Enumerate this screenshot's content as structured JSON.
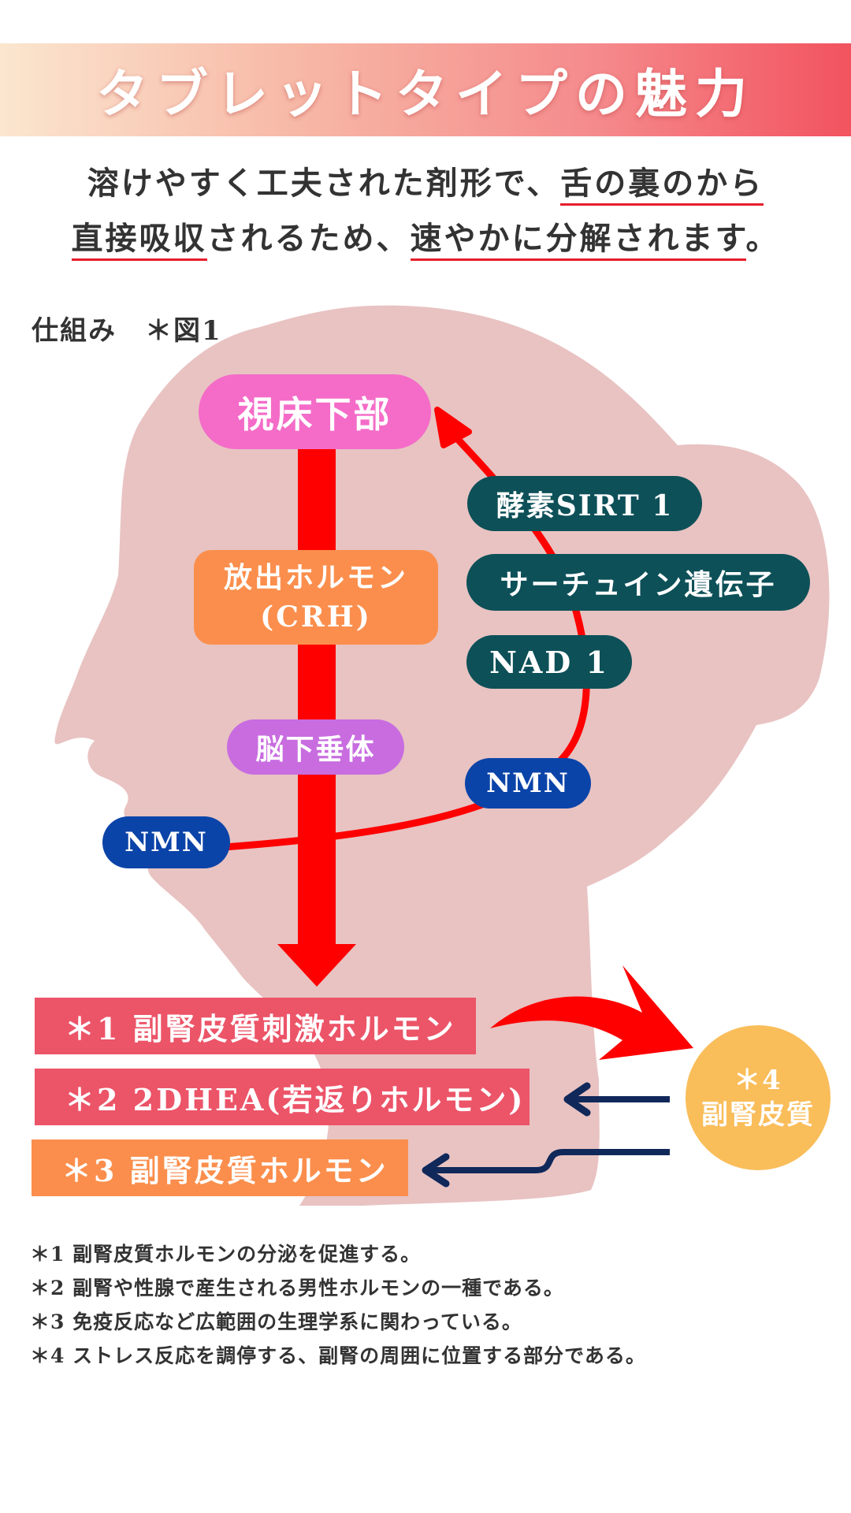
{
  "header": {
    "title": "タブレットタイプの魅力"
  },
  "intro": {
    "line1_a": "溶けやすく工夫された剤形で、",
    "line1_b": "舌の裏のから",
    "line2_a": "直接吸収",
    "line2_b": "されるため、",
    "line2_c": "速やかに分解されます",
    "line2_d": "。"
  },
  "figure_label": "仕組み　＊図1",
  "nodes": {
    "hypothalamus": "視床下部",
    "crh_line1": "放出ホルモン",
    "crh_line2": "(CRH)",
    "pituitary": "脳下垂体",
    "nmn_left": "NMN",
    "nmn_right": "NMN",
    "nad": "NAD 1",
    "sirtuin": "サーチュイン遺伝子",
    "sirt1": "酵素SIRT 1",
    "adrenal_line1": "＊4",
    "adrenal_line2": "副腎皮質"
  },
  "hormones": [
    {
      "label": "＊1 副腎皮質刺激ホルモン",
      "color": "#ec5468"
    },
    {
      "label": "＊2 2DHEA(若返りホルモン)",
      "color": "#ec5468"
    },
    {
      "label": "＊3 副腎皮質ホルモン",
      "color": "#fb8e4c"
    }
  ],
  "notes": [
    "＊1 副腎皮質ホルモンの分泌を促進する。",
    "＊2 副腎や性腺で産生される男性ホルモンの一種である。",
    "＊3 免疫反応など広範囲の生理学系に関わっている。",
    "＊4 ストレス反応を調停する、副腎の周囲に位置する部分である。"
  ],
  "colors": {
    "silhouette": "#e8c3c2",
    "red_arrow": "#ff0000",
    "navy_arrow": "#10285a",
    "teal": "#0d5058",
    "blue": "#0b44a8",
    "pink": "#f46cc8",
    "orange": "#fb8e4c",
    "violet": "#c86ce0",
    "adrenal": "#f9bd5a"
  }
}
